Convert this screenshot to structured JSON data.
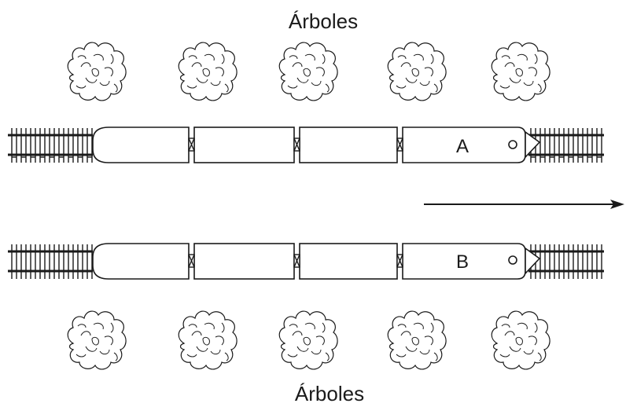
{
  "labels": {
    "top_trees": "Árboles",
    "bottom_trees": "Árboles"
  },
  "trains": [
    {
      "id": "train-a",
      "label": "A"
    },
    {
      "id": "train-b",
      "label": "B"
    }
  ],
  "colors": {
    "ink": "#1a1a1a",
    "background": "#ffffff"
  },
  "icons": {
    "tree": "tree-icon",
    "arrow": "arrow-right-icon"
  }
}
